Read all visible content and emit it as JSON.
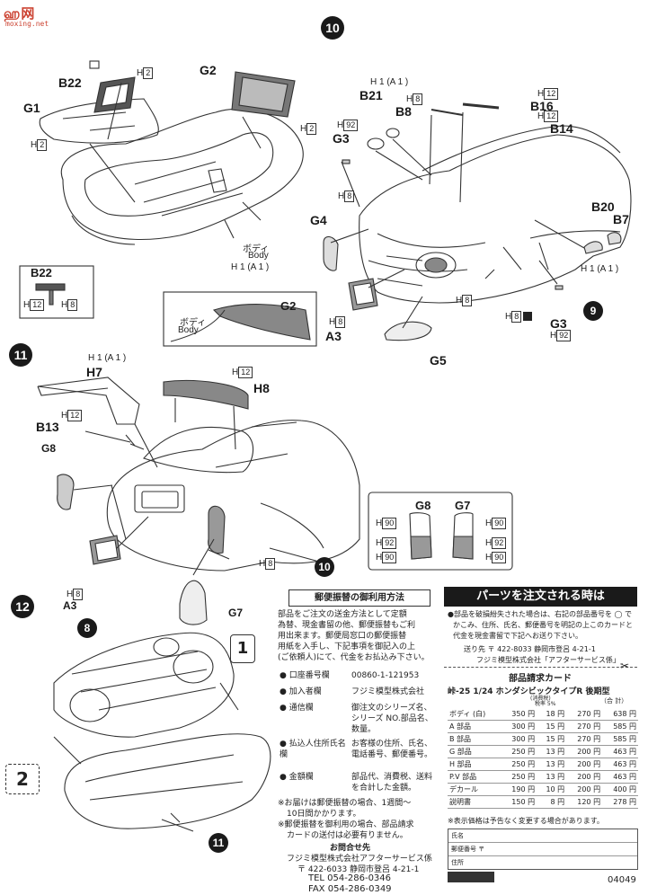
{
  "watermark": {
    "main": "ஹ网",
    "sub": "moxing.net"
  },
  "steps": {
    "s10": "10",
    "s11": "11",
    "s12": "12",
    "s9": "9",
    "ref10a": "10",
    "ref10b": "10",
    "ref11": "11",
    "ref8": "8",
    "one": "1",
    "two": "2"
  },
  "labels": {
    "B22": "B22",
    "G1": "G1",
    "G2": "G2",
    "H2a": "H",
    "H2a_n": "2",
    "H2b_n": "2",
    "H2c_n": "2",
    "H2d_n": "2",
    "body_jp": "ボディ",
    "body_en": "Body",
    "h1a1": "H 1 (A 1 )",
    "B21": "B21",
    "B8": "B8",
    "G3": "G3",
    "B16": "B16",
    "B14": "B14",
    "G4": "G4",
    "B20": "B20",
    "B7": "B7",
    "A3": "A3",
    "G5": "G5",
    "G3b": "G3",
    "H7": "H7",
    "H8": "H8",
    "B13": "B13",
    "G8": "G8",
    "G7": "G7",
    "A3b": "A3",
    "G8b": "G8",
    "G7b": "G7",
    "H": "H",
    "h1": "1",
    "h8": "8",
    "h12": "12",
    "h92": "92",
    "h90": "90",
    "A": "A",
    "A1": "(A 1 )"
  },
  "postal": {
    "title": "郵便振替の御利用方法",
    "body": [
      "部品をご注文の送金方法として定額",
      "為替、現金書留の他、郵便振替もご利",
      "用出来ます。郵便局窓口の郵便振替",
      "用紙を入手し、下記事項を御記入の上",
      "(ご依頼人)にて、代金をお払込み下さい。"
    ],
    "rows": [
      {
        "k": "● 口座番号欄",
        "v": "00860-1-121953"
      },
      {
        "k": "● 加入者欄",
        "v": "フジミ模型株式会社"
      },
      {
        "k": "● 通信欄",
        "v": "御注文のシリーズ名、シリーズ NO.部品名、数量。"
      },
      {
        "k": "● 払込人住所氏名欄",
        "v": "お客様の住所、氏名、電話番号、郵便番号。"
      },
      {
        "k": "● 金額欄",
        "v": "部品代、消費税、送料を合計した金額。"
      }
    ],
    "notes": [
      "※お届けは郵便振替の場合、1週間〜",
      "10日間かかります。",
      "※郵便振替を御利用の場合、部品請求",
      "カードの送付は必要有りません。"
    ],
    "contact_title": "お問合せ先",
    "company": "フジミ模型株式会社アフターサービス係",
    "address": "〒 422-6033  静岡市登呂 4-21-1",
    "tel": "TEL  054-286-0346",
    "fax": "FAX  054-286-0349"
  },
  "order": {
    "header": "パーツを注文される時は",
    "lines": [
      "●部品を破損紛失された場合は、右記の部品番号を ◯ で",
      "かこみ、住所、氏名、郵便番号を明記の上このカードと",
      "代金を現金書留で下記へお送り下さい。"
    ],
    "send_to": "送り先    〒 422-8033 静岡市登呂 4-21-1",
    "company": "フジミ模型株式会社「アフターサービス係」",
    "card_title": "部品請求カード",
    "series": "峠-25  1/24    ホンダシビックタイプR   後期型",
    "col_tax": "(消費税)",
    "col_rate": "税率 5%",
    "col_total": "（合 計）",
    "table": [
      [
        "ボディ (白)",
        "350 円",
        "18 円",
        "270 円",
        "638 円"
      ],
      [
        "A 部品",
        "300 円",
        "15 円",
        "270 円",
        "585 円"
      ],
      [
        "B 部品",
        "300 円",
        "15 円",
        "270 円",
        "585 円"
      ],
      [
        "G 部品",
        "250 円",
        "13 円",
        "200 円",
        "463 円"
      ],
      [
        "H 部品",
        "250 円",
        "13 円",
        "200 円",
        "463 円"
      ],
      [
        "P.V 部品",
        "250 円",
        "13 円",
        "200 円",
        "463 円"
      ],
      [
        "デカール",
        "190 円",
        "10 円",
        "200 円",
        "400 円"
      ],
      [
        "説明書",
        "150 円",
        "8 円",
        "120 円",
        "278 円"
      ]
    ],
    "note": "※表示価格は予告なく変更する場合があります。",
    "fields": [
      "氏名",
      "郵便番号  〒",
      "住所"
    ],
    "code": "04049"
  }
}
